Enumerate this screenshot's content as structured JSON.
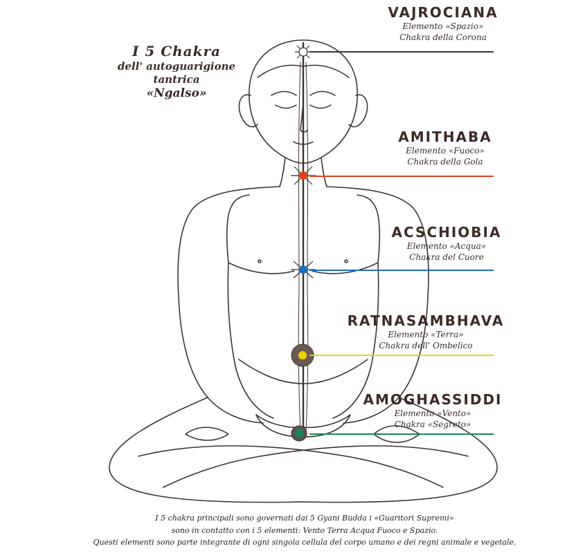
{
  "title": {
    "line1": "I 5 Chakra",
    "line2": "dell' autoguarigione",
    "line3": "tantrica",
    "line4": "«Ngalso»"
  },
  "chakras": [
    {
      "name": "VAJROCIANA",
      "element": "Elemento «Spazio»",
      "chakra": "Chakra della Corona",
      "color": "#ffffff"
    },
    {
      "name": "AMITHABA",
      "element": "Elemento «Fuoco»",
      "chakra": "Chakra della Gola",
      "color": "#e8401c"
    },
    {
      "name": "ACSCHIOBIA",
      "element": "Elemento «Acqua»",
      "chakra": "Chakra del Cuore",
      "color": "#1a6fc0"
    },
    {
      "name": "RATNASAMBHAVA",
      "element": "Elemento «Terra»",
      "chakra": "Chakra dell' Ombelico",
      "color": "#f1d200"
    },
    {
      "name": "AMOGHASSIDDI",
      "element": "Elemento «Vento»",
      "chakra": "Chakra «Segreto»",
      "color": "#15875a"
    }
  ],
  "footer": {
    "line1": "I 5 chakra principali sono governati dai 5 Gyani Budda  i «Guaritori Supremi»",
    "line2": "sono in contatto con i 5 elementi: Vento Terra Acqua Fuoco e Spazio.",
    "line3": "Questi elementi sono parte integrante di ogni singola cellula del corpo umano e dei regni animale e vegetale."
  }
}
